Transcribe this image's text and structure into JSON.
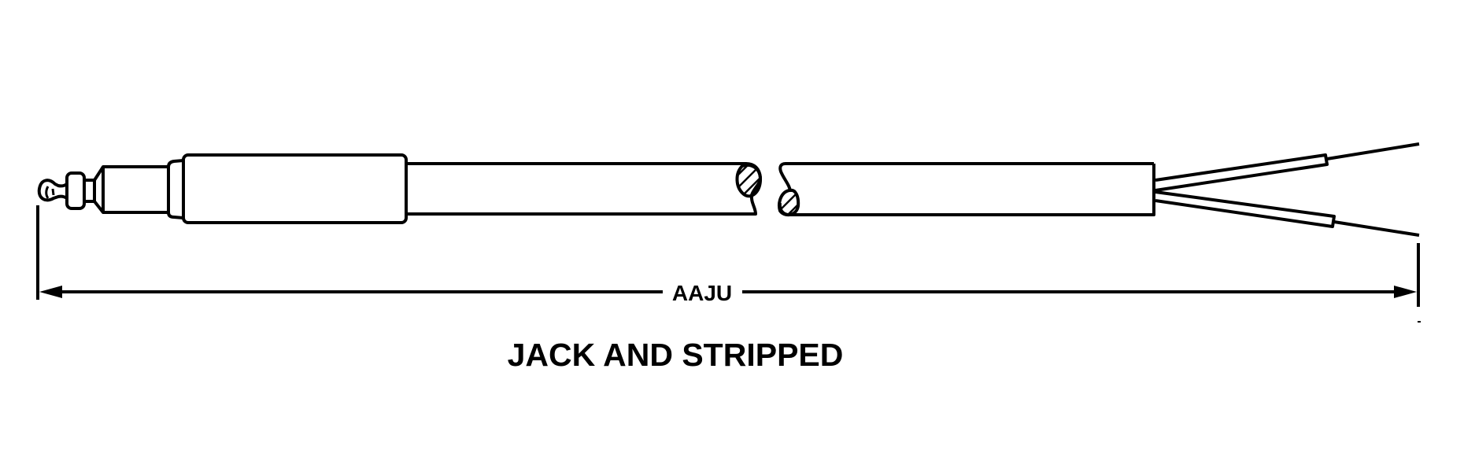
{
  "drawing": {
    "dimension_label": "AAJU",
    "title": "JACK AND STRIPPED",
    "line_color": "#000000",
    "background_color": "#ffffff"
  },
  "components": [
    {
      "name": "jack-plug",
      "description": "phone jack plug with tip, ring and sleeve"
    },
    {
      "name": "jack-handle",
      "description": "molded handle"
    },
    {
      "name": "cable",
      "description": "cable shown with break"
    },
    {
      "name": "stripped-wires",
      "description": "two stripped conductor ends"
    }
  ]
}
